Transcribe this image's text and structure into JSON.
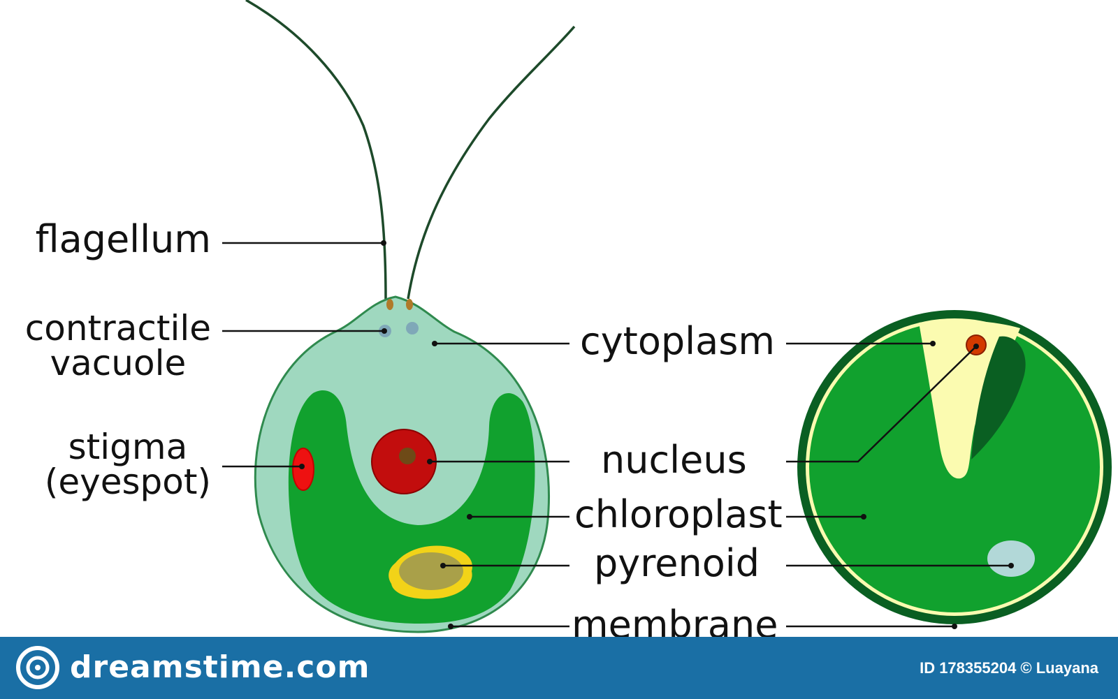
{
  "labels": {
    "flagellum": "flagellum",
    "contractile_vacuole": [
      "contractile",
      "vacuole"
    ],
    "stigma": [
      "stigma",
      "(eyespot)"
    ],
    "cytoplasm": "cytoplasm",
    "nucleus": "nucleus",
    "chloroplast": "chloroplast",
    "pyrenoid": "pyrenoid",
    "membrane": "membrane"
  },
  "footer": {
    "brand": "dreamstime.com",
    "image_id": "ID 178355204 © Luayana"
  },
  "colors": {
    "cytoplasm": "#9fd8bf",
    "chloroplast": "#11a12e",
    "dark_green": "#0a5f22",
    "nucleus": "#c20d0d",
    "stigma": "#ee1111",
    "pyrenoid_fill": "#a9a049",
    "pyrenoid_rim": "#f2d318",
    "cross_section_cytoplasm": "#fbfbb0",
    "footer_bg": "#1a6fa5"
  },
  "icons": {
    "footer_logo": "dreamstime-spiral-icon"
  }
}
